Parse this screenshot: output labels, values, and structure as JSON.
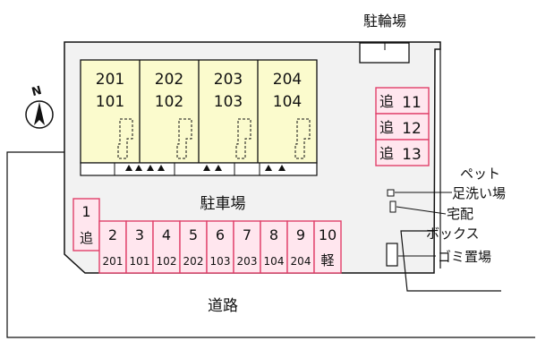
{
  "labels": {
    "bicycle_parking": "駐輪場",
    "parking_lot": "駐車場",
    "road": "道路",
    "pet_foot_wash": [
      "ペット",
      "足洗い場"
    ],
    "delivery_box": [
      "宅配",
      "ボックス"
    ],
    "garbage": "ゴミ置場",
    "compass": "N"
  },
  "units": [
    {
      "upper": "201",
      "lower": "101"
    },
    {
      "upper": "202",
      "lower": "102"
    },
    {
      "upper": "203",
      "lower": "103"
    },
    {
      "upper": "204",
      "lower": "104"
    }
  ],
  "side_spaces": [
    {
      "prefix": "追",
      "number": "11"
    },
    {
      "prefix": "追",
      "number": "12"
    },
    {
      "prefix": "追",
      "number": "13"
    }
  ],
  "bottom_spaces": [
    {
      "number": "1",
      "sub": "追"
    },
    {
      "number": "2",
      "sub": "201"
    },
    {
      "number": "3",
      "sub": "101"
    },
    {
      "number": "4",
      "sub": "102"
    },
    {
      "number": "5",
      "sub": "202"
    },
    {
      "number": "6",
      "sub": "103"
    },
    {
      "number": "7",
      "sub": "203"
    },
    {
      "number": "8",
      "sub": "104"
    },
    {
      "number": "9",
      "sub": "204"
    },
    {
      "number": "10",
      "sub": "軽"
    }
  ],
  "colors": {
    "building_fill": "#fbfbcd",
    "parking_fill": "#ffe6ee",
    "parking_stroke": "#e0406a",
    "lot_fill": "#f2f2f2",
    "line": "#111111"
  }
}
